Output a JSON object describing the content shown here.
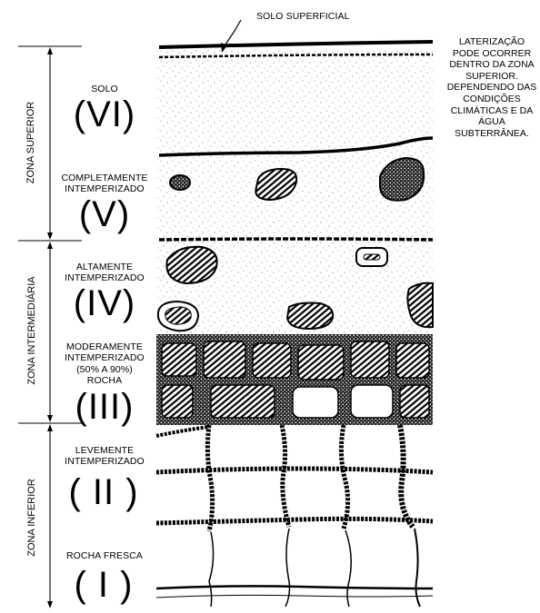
{
  "top_label": "SOLO SUPERFICIAL",
  "note": "LATERIZAÇÃO PODE OCORRER DENTRO DA ZONA SUPERIOR. DEPENDENDO DAS CONDIÇÕES CLIMÁTICAS E DA ÁGUA SUBTERRÂNEA.",
  "zones": [
    {
      "label": "ZONA SUPERIOR"
    },
    {
      "label": "ZONA INTERMEDIÁRIA"
    },
    {
      "label": "ZONA INFERIOR"
    }
  ],
  "horizons": [
    {
      "name": "SOLO",
      "numeral": "(VI)"
    },
    {
      "name": "COMPLETAMENTE\nINTEMPERIZADO",
      "numeral": "(V)"
    },
    {
      "name": "ALTAMENTE\nINTEMPERIZADO",
      "numeral": "(IV)"
    },
    {
      "name": "MODERAMENTE\nINTEMPERIZADO\n(50% A 90%)\nROCHA",
      "numeral": "(III)"
    },
    {
      "name": "LEVEMENTE\nINTEMPERIZADO",
      "numeral": "( II )"
    },
    {
      "name": "ROCHA FRESCA",
      "numeral": "( I )"
    }
  ]
}
